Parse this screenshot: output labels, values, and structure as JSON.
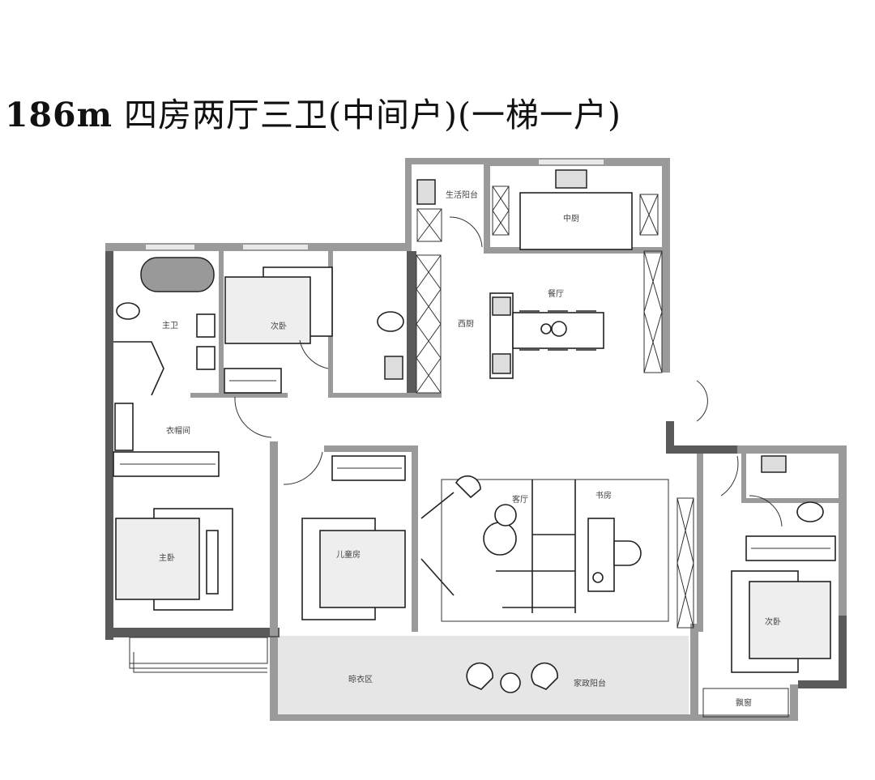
{
  "title": {
    "area": "186m",
    "description": "四房两厅三卫(中间户)(一梯一户)"
  },
  "floorplan": {
    "rooms": [
      {
        "id": "utility-balcony",
        "label": "生活阳台"
      },
      {
        "id": "chinese-kitchen",
        "label": "中厨"
      },
      {
        "id": "dining-room",
        "label": "餐厅"
      },
      {
        "id": "western-kitchen",
        "label": "西厨"
      },
      {
        "id": "master-bath",
        "label": "主卫"
      },
      {
        "id": "second-bedroom-north",
        "label": "次卧"
      },
      {
        "id": "walk-in-closet",
        "label": "衣帽间"
      },
      {
        "id": "master-bedroom",
        "label": "主卧"
      },
      {
        "id": "kids-room",
        "label": "儿童房"
      },
      {
        "id": "living-room",
        "label": "客厅"
      },
      {
        "id": "study",
        "label": "书房"
      },
      {
        "id": "second-bedroom-east",
        "label": "次卧"
      },
      {
        "id": "laundry-area",
        "label": "晾衣区"
      },
      {
        "id": "family-balcony",
        "label": "家政阳台"
      },
      {
        "id": "bay-window",
        "label": "飘窗"
      }
    ],
    "colors": {
      "wall": "#5a5a5a",
      "partition": "#9a9a9a",
      "balcony_fill": "#e6e6e6",
      "line": "#222222"
    }
  }
}
